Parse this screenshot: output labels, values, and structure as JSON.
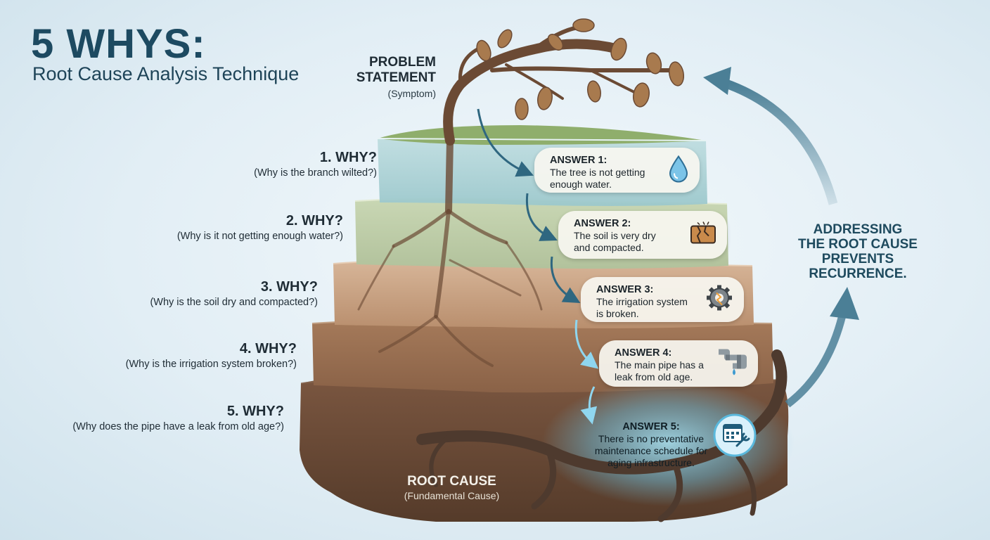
{
  "header": {
    "title": "5 WHYS:",
    "subtitle": "Root Cause Analysis Technique"
  },
  "problem": {
    "heading_line1": "PROBLEM",
    "heading_line2": "STATEMENT",
    "sub": "(Symptom)"
  },
  "whys": [
    {
      "question": "1. WHY?",
      "detail": "(Why is the branch wilted?)"
    },
    {
      "question": "2. WHY?",
      "detail": "(Why is it not getting enough water?)"
    },
    {
      "question": "3. WHY?",
      "detail": "(Why is the soil dry and compacted?)"
    },
    {
      "question": "4. WHY?",
      "detail": "(Why is the irrigation system broken?)"
    },
    {
      "question": "5. WHY?",
      "detail": "(Why does the pipe have a leak from old age?)"
    }
  ],
  "answers": [
    {
      "heading": "ANSWER 1:",
      "line1": "The tree is not getting",
      "line2": "enough water.",
      "icon": "water-drop-icon"
    },
    {
      "heading": "ANSWER 2:",
      "line1": "The soil is very dry",
      "line2": "and compacted.",
      "icon": "cracked-soil-icon"
    },
    {
      "heading": "ANSWER 3:",
      "line1": "The irrigation system",
      "line2": "is broken.",
      "icon": "broken-gear-icon"
    },
    {
      "heading": "ANSWER 4:",
      "line1": "The main pipe has a",
      "line2": "leak from old age.",
      "icon": "leaking-pipe-icon"
    },
    {
      "heading": "ANSWER 5:",
      "line1": "There is no preventative",
      "line2": "maintenance schedule for",
      "line3": "aging infrastructure.",
      "icon": "calendar-wrench-icon"
    }
  ],
  "root_cause": {
    "heading": "ROOT CAUSE",
    "sub": "(Fundamental Cause)"
  },
  "cycle": {
    "line1": "ADDRESSING",
    "line2": "THE ROOT CAUSE",
    "line3": "PREVENTS",
    "line4": "RECURRENCE."
  },
  "colors": {
    "title": "#1d4a61",
    "arrow": "#4b7f96",
    "soil_top": "#a8c9c4",
    "soil_bottom": "#5d4130",
    "root_glow": "#7fd3f0"
  }
}
